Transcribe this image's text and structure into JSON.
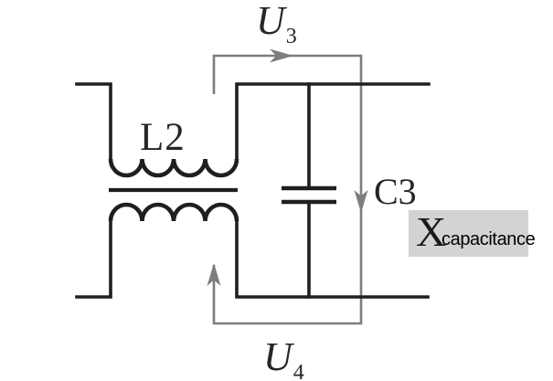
{
  "diagram": {
    "type": "circuit-schematic",
    "description": "LC circuit: transformer winding L2 in series feeding capacitor C3, with gray measurement loop arrows for voltages U3 (top) and U4 (bottom), and a highlighted annotation field reading X capacitance",
    "labels": {
      "inductor": "L2",
      "capacitor": "C3",
      "voltage_top": {
        "base": "U",
        "sub": "3"
      },
      "voltage_bottom": {
        "base": "U",
        "sub": "4"
      },
      "annotation": {
        "base": "X",
        "sub": "capacitance"
      }
    },
    "colors": {
      "background": "#ffffff",
      "wire": "#1f1f1f",
      "measure_loop": "#7d7d7d",
      "annotation_bg": "#d3d3d3",
      "text": "#262626"
    }
  }
}
